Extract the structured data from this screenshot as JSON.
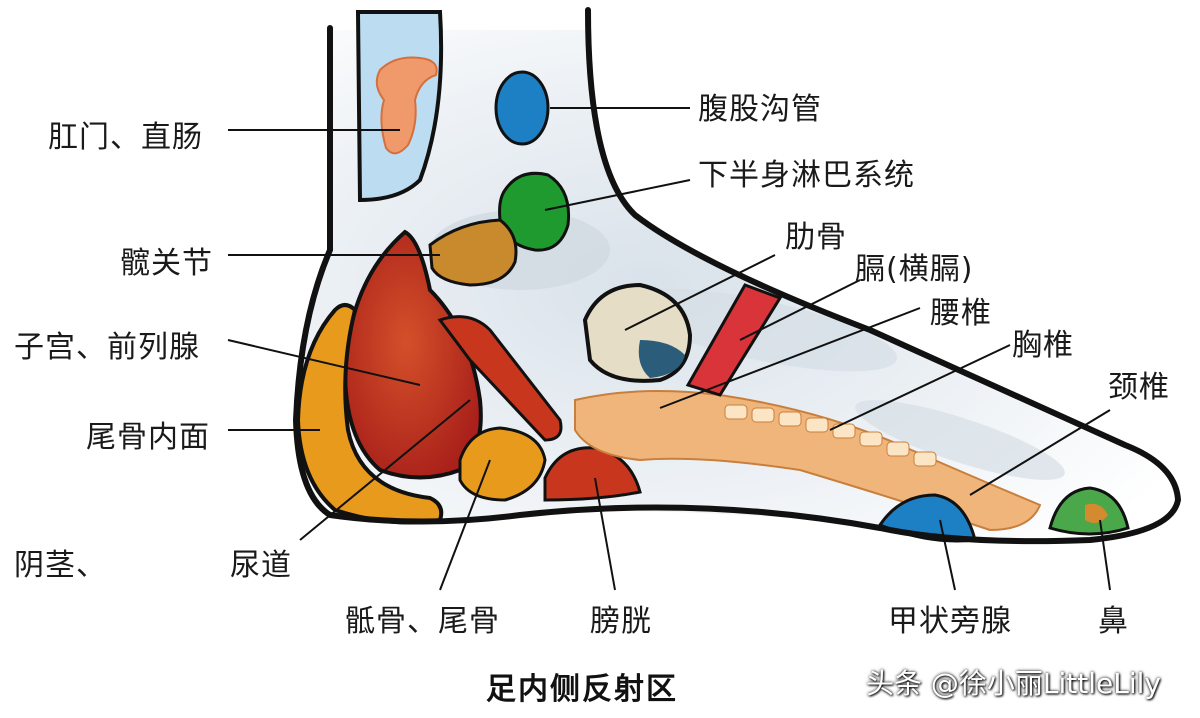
{
  "diagram": {
    "title": "足内侧反射区",
    "watermark": "头条 @徐小丽LittleLily",
    "labels": {
      "anus_rectum": "肛门、直肠",
      "groin": "腹股沟管",
      "lower_lymph": "下半身淋巴系统",
      "hip": "髋关节",
      "ribs": "肋骨",
      "diaphragm": "膈(横膈)",
      "lumbar": "腰椎",
      "uterus_prostate": "子宫、前列腺",
      "thoracic": "胸椎",
      "coccyx_inner": "尾骨内面",
      "cervical": "颈椎",
      "penis": "阴茎、",
      "urethra": "尿道",
      "sacrum_coccyx": "骶骨、尾骨",
      "bladder": "膀胱",
      "parathyroid": "甲状旁腺",
      "nose": "鼻"
    }
  },
  "colors": {
    "outline": "#111111",
    "skin": "#e9eef3",
    "red_organ": "#c9361e",
    "orange": "#e79a1c",
    "spine": "#f0b57a",
    "blue": "#1d7fc4",
    "green": "#1e9a2e",
    "light_blue_box": "#bcdcf2"
  }
}
